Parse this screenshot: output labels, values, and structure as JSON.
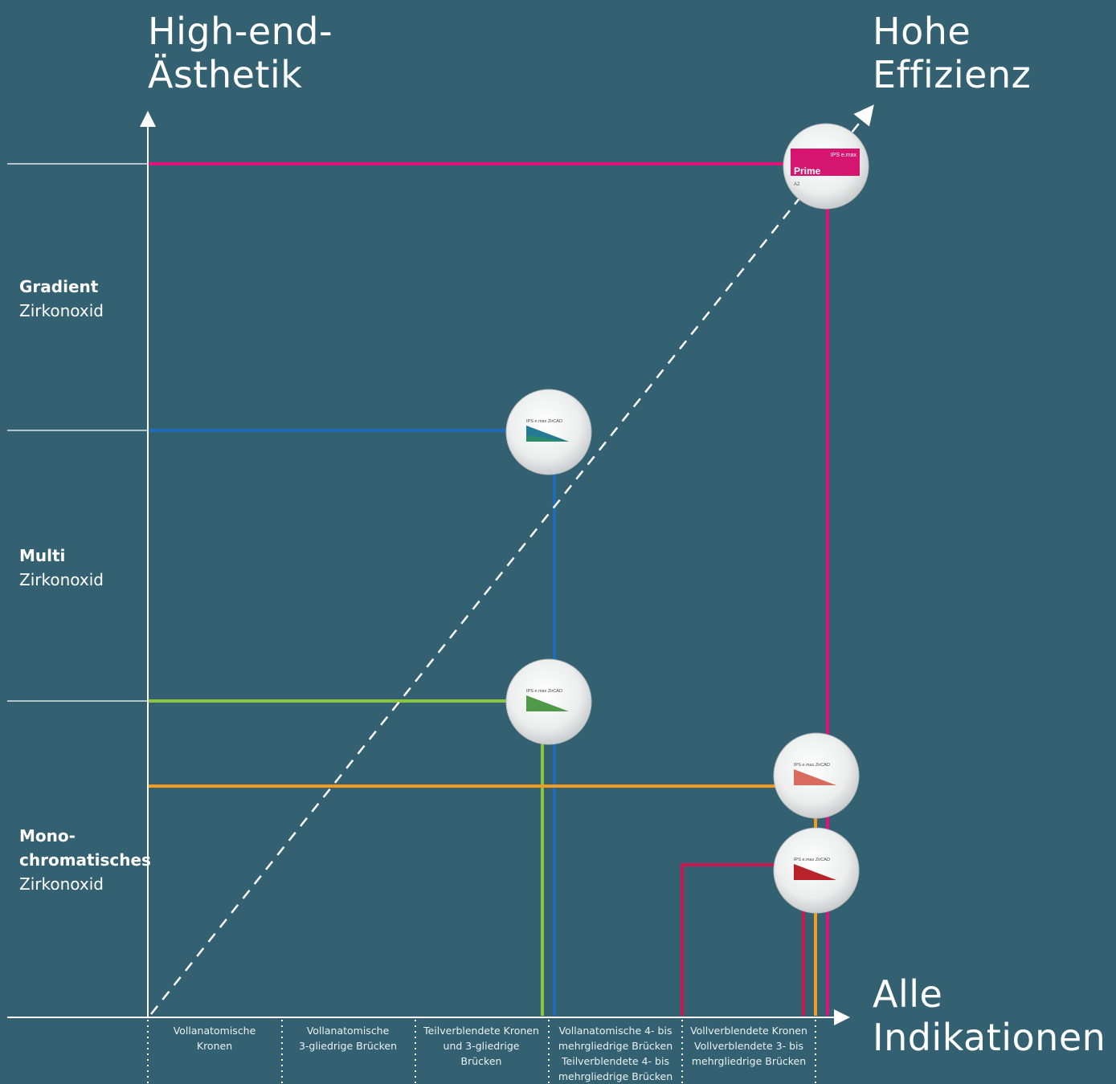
{
  "titles": {
    "top_left": [
      "High-end-",
      "Ästhetik"
    ],
    "top_right": [
      "Hohe",
      "Effizienz"
    ],
    "bottom_right": [
      "Alle",
      "Indikationen"
    ]
  },
  "categories": [
    {
      "bold": "Gradient",
      "normal": "Zirkonoxid"
    },
    {
      "bold": "Multi",
      "normal": "Zirkonoxid"
    },
    {
      "bold": [
        "Mono-",
        "chromatisches"
      ],
      "normal": "Zirkonoxid"
    }
  ],
  "indications": [
    [
      "Vollanatomische",
      "Kronen"
    ],
    [
      "Vollanatomische",
      "3-gliedrige Brücken"
    ],
    [
      "Teilverblendete Kronen",
      "und 3-gliedrige",
      "Brücken"
    ],
    [
      "Vollanatomische 4- bis",
      "mehrgliedrige Brücken",
      "Teilverblendete 4- bis",
      "mehrgliedrige Brücken"
    ],
    [
      "Vollverblendete Kronen",
      "Vollverblendete 3- bis",
      "mehrgliedrige Brücken"
    ]
  ],
  "products": [
    {
      "name": "prime",
      "brand": "IPS e.max",
      "line": "Prime",
      "shade": "A2",
      "accent": "#d5156f"
    },
    {
      "name": "zircad-mt-multi",
      "brand": "IPS e.max ZirCAD",
      "accent": "#2a8a6a"
    },
    {
      "name": "zircad-mt",
      "brand": "IPS e.max ZirCAD",
      "accent": "#4f9a48"
    },
    {
      "name": "zircad-lt",
      "brand": "IPS e.max ZirCAD",
      "accent": "#d86a5e"
    },
    {
      "name": "zircad-mo",
      "brand": "IPS e.max ZirCAD",
      "accent": "#b8232b"
    }
  ],
  "colors": {
    "background": "#346171",
    "magenta": "#e0137a",
    "blue": "#1f6cb6",
    "green": "#8cc63e",
    "orange": "#f39a1f",
    "crimson": "#c8184f",
    "axis": "#ffffff"
  }
}
